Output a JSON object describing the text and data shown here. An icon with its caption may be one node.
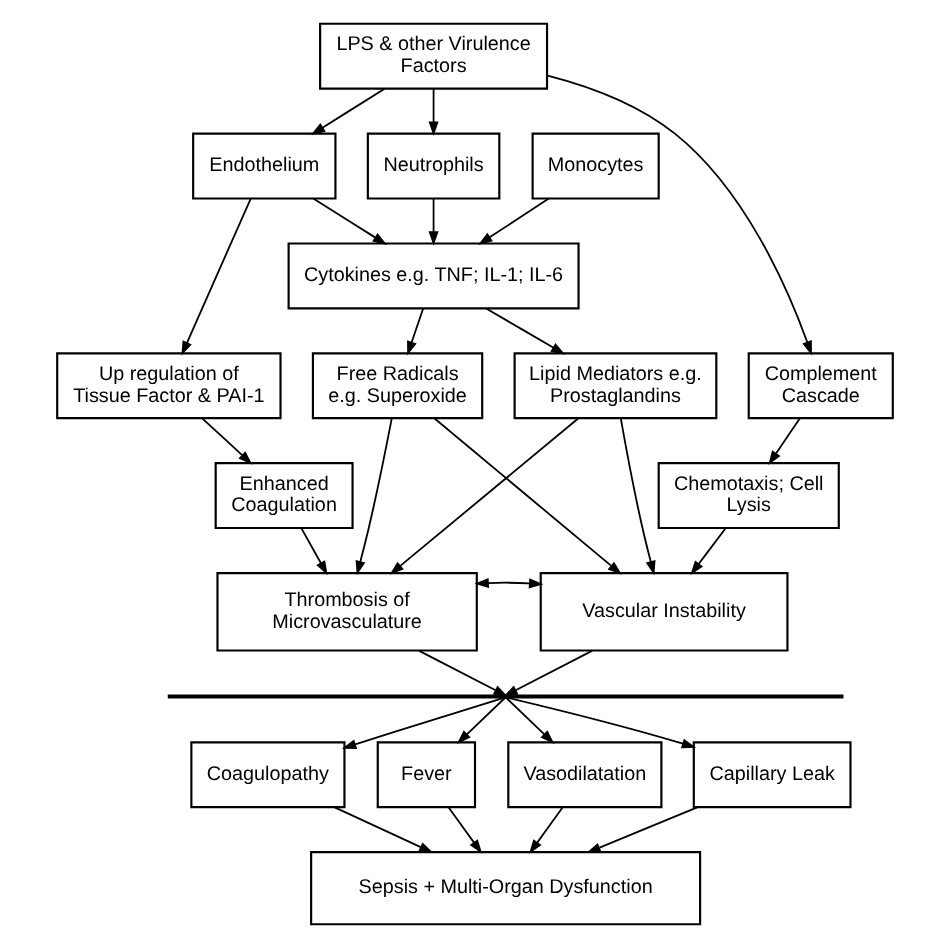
{
  "diagram": {
    "nodes": [
      {
        "text": [
          "LPS & other Virulence Factors"
        ]
      },
      {
        "text": [
          "Endothelium"
        ]
      },
      {
        "text": [
          "Neutrophils"
        ]
      },
      {
        "text": [
          "Monocytes"
        ]
      },
      {
        "text": [
          "Cytokines e.g. TNF; IL-1; IL-6"
        ]
      },
      {
        "text": [
          "Up regulation of Tissue Factor & PAI-1"
        ]
      },
      {
        "text": [
          "Free Radicals e.g. Superoxide"
        ]
      },
      {
        "text": [
          "Lipid Mediators e.g. Prostaglandins"
        ]
      },
      {
        "text": [
          "Complement Cascade"
        ]
      },
      {
        "text": [
          "Enhanced Coagulation"
        ]
      },
      {
        "text": [
          "Chemotaxis; Cell Lysis"
        ]
      },
      {
        "text": [
          "Thrombosis of Microvasculature"
        ]
      },
      {
        "text": [
          "Vascular Instability"
        ]
      },
      {
        "text": [],
        "shape": "bar"
      },
      {
        "text": [
          "Coagulopathy"
        ]
      },
      {
        "text": [
          "Fever"
        ]
      },
      {
        "text": [
          "Vasodilatation"
        ]
      },
      {
        "text": [
          "Capillary Leak"
        ]
      },
      {
        "text": [
          "Sepsis + Multi-Organ Dysfunction"
        ]
      }
    ],
    "edges": [
      {
        "from": 0,
        "to": 1,
        "arrow": "to"
      },
      {
        "from": 0,
        "to": 2,
        "arrow": "to"
      },
      {
        "from": 0,
        "to": 8,
        "arrow": "to"
      },
      {
        "from": 1,
        "to": 4,
        "arrow": "to"
      },
      {
        "from": 2,
        "to": 4,
        "arrow": "to"
      },
      {
        "from": 3,
        "to": 4,
        "arrow": "to"
      },
      {
        "from": 1,
        "to": 5,
        "arrow": "to"
      },
      {
        "from": 4,
        "to": 6,
        "arrow": "to"
      },
      {
        "from": 4,
        "to": 7,
        "arrow": "to"
      },
      {
        "from": 5,
        "to": 9,
        "arrow": "to"
      },
      {
        "from": 8,
        "to": 10,
        "arrow": "to"
      },
      {
        "from": 9,
        "to": 11,
        "arrow": "to"
      },
      {
        "from": 6,
        "to": 11,
        "arrow": "to"
      },
      {
        "from": 6,
        "to": 12,
        "arrow": "to"
      },
      {
        "from": 7,
        "to": 11,
        "arrow": "to"
      },
      {
        "from": 7,
        "to": 12,
        "arrow": "to"
      },
      {
        "from": 10,
        "to": 12,
        "arrow": "to"
      },
      {
        "from": 11,
        "to": 12,
        "arrow": "both"
      },
      {
        "from": 11,
        "to": 13,
        "arrow": "to"
      },
      {
        "from": 12,
        "to": 13,
        "arrow": "to"
      },
      {
        "from": 13,
        "to": 14,
        "arrow": "to"
      },
      {
        "from": 13,
        "to": 15,
        "arrow": "to"
      },
      {
        "from": 13,
        "to": 16,
        "arrow": "to"
      },
      {
        "from": 13,
        "to": 17,
        "arrow": "to"
      },
      {
        "from": 14,
        "to": 18,
        "arrow": "to"
      },
      {
        "from": 15,
        "to": 18,
        "arrow": "to"
      },
      {
        "from": 16,
        "to": 18,
        "arrow": "to"
      },
      {
        "from": 17,
        "to": 18,
        "arrow": "to"
      }
    ]
  }
}
